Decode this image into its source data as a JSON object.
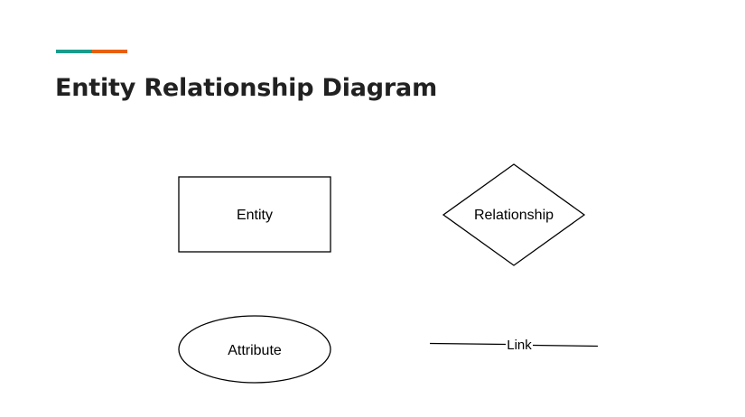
{
  "slide": {
    "title": "Entity Relationship Diagram",
    "colors": {
      "accent_teal": "#1a9c8c",
      "accent_orange": "#e8600e",
      "title_text": "#212121",
      "stroke": "#000000"
    }
  },
  "diagram": {
    "entity_label": "Entity",
    "relationship_label": "Relationship",
    "attribute_label": "Attribute",
    "link_label": "Link"
  }
}
